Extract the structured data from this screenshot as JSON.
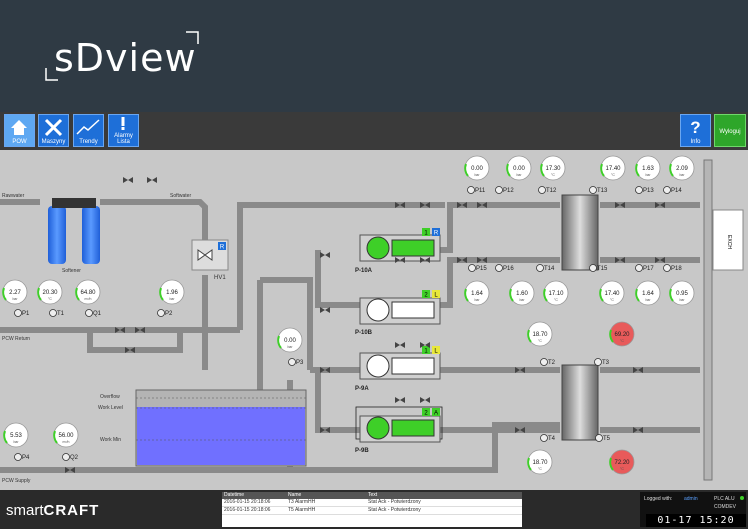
{
  "header": {
    "logo": "sDview"
  },
  "toolbar": {
    "home": "POW",
    "machines": "Maszyny",
    "trends": "Trendy",
    "alarms_line1": "Alarmy",
    "alarms_line2": "Lista",
    "info": "Info",
    "logout": "Wyloguj"
  },
  "labels": {
    "rawwater": "Rawwater",
    "softwater": "Softwater",
    "softener": "Softener",
    "hv1": "HV1",
    "pcw_return": "PCW Return",
    "pcw_supply": "PCW Supply",
    "overflow": "Overflow",
    "work_level": "Work Level",
    "work_min": "Work Min",
    "p1": "P1",
    "t1": "T1",
    "q1": "Q1",
    "p2": "P2",
    "p3": "P3",
    "p4": "P4",
    "q2": "Q2",
    "p11": "P11",
    "p12": "P12",
    "t12": "T12",
    "t13": "T13",
    "p13": "P13",
    "p14": "P14",
    "p15": "P15",
    "p16": "P16",
    "t14": "T14",
    "t15": "T15",
    "p17": "P17",
    "p18": "P18",
    "t2": "T2",
    "t3": "T3",
    "t4": "T4",
    "t5": "T5",
    "p10a": "P-10A",
    "p10b": "P-10B",
    "p9a": "P-9A",
    "p9b": "P-9B",
    "exchanger": "EXCH"
  },
  "gauges": {
    "g_p1": "2.27",
    "g_t1": "20.30",
    "g_q1": "64.80",
    "g_p2": "1.96",
    "g_p3": "0.00",
    "g_p4": "5.53",
    "g_q2": "56.00",
    "g_p11": "0.00",
    "g_p12": "0.00",
    "g_t12": "17.30",
    "g_t13": "17.40",
    "g_p13": "1.63",
    "g_p14": "2.09",
    "g_p15": "1.64",
    "g_p16": "1.60",
    "g_t14": "17.10",
    "g_t15": "17.40",
    "g_p17": "1.64",
    "g_p18": "0.95",
    "g_t2": "18.70",
    "g_t3": "69.20",
    "g_t4": "18.70",
    "g_t5": "72.20"
  },
  "units": {
    "bar": "bar",
    "degc": "°C",
    "m3h": "m³/h"
  },
  "pumps": {
    "p10a": {
      "num": "1",
      "mode": "R"
    },
    "p10b": {
      "num": "2",
      "mode": "L"
    },
    "p9a": {
      "num": "1",
      "mode": "L"
    },
    "p9b": {
      "num": "2",
      "mode": "A"
    }
  },
  "hv1_mode": "R",
  "footer": {
    "brand_smart": "smart",
    "brand_craft": "CRAFT",
    "alarm_cols": [
      "Datetime",
      "Name",
      "Text"
    ],
    "alarm_rows": [
      [
        "2016-01-15 20:18:06",
        "T3 AlarmHH",
        "Stat Ack - Potwierdzony"
      ],
      [
        "2016-01-15 20:18:06",
        "T5 AlarmHH",
        "Stat Ack - Potwierdzony"
      ]
    ],
    "user_label": "Logged with:",
    "user_name": "admin",
    "stat_1": "PLC ALU",
    "stat_2": "COMDEV",
    "clock": "01-17 15:20"
  },
  "colors": {
    "accent": "#1e6fd8",
    "green": "#3ecf28",
    "red": "#e85a5a",
    "pipe": "#8a8a8a",
    "water": "#7070ff"
  }
}
